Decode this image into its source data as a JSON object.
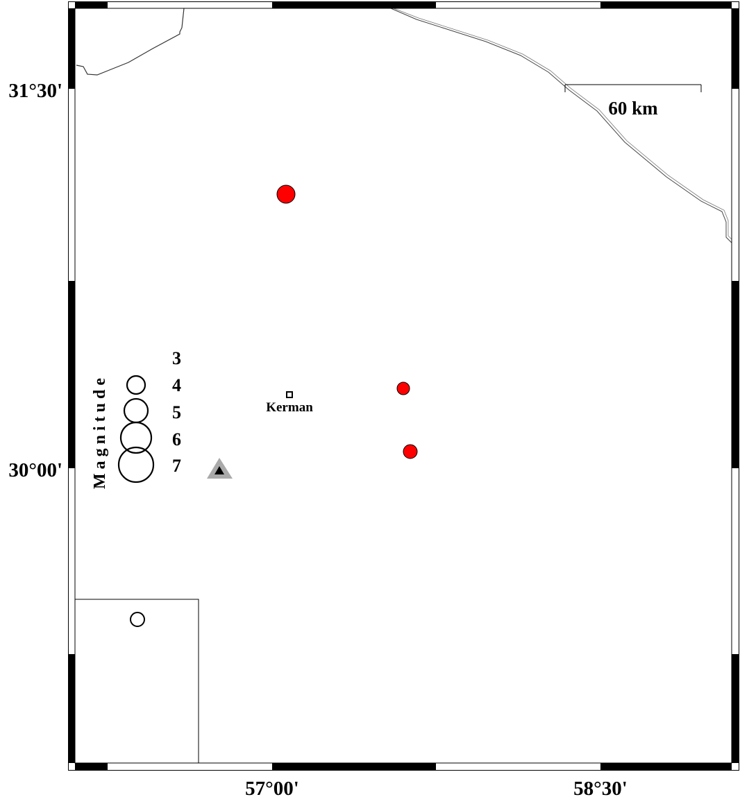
{
  "map": {
    "lat_labels": [
      "31°30'",
      "30°00'"
    ],
    "lon_labels": [
      "57°00'",
      "58°30'"
    ],
    "scale_bar": "60 km",
    "city": "Kerman",
    "legend": {
      "title": "Magnitude",
      "magnitudes": [
        "3",
        "4",
        "5",
        "6",
        "7"
      ]
    },
    "colors": {
      "event": "#ff0000",
      "station": "#aaaaaa"
    }
  }
}
